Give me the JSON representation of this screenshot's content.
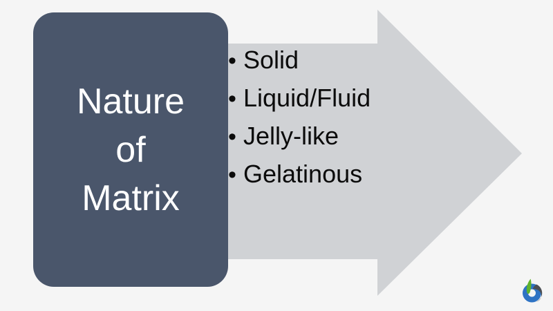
{
  "slide": {
    "background_color": "#f5f5f5",
    "concept": {
      "title": "Nature\nof\nMatrix",
      "box_color": "#4a566b",
      "text_color": "#ffffff"
    },
    "arrow": {
      "fill_color": "#d0d2d5",
      "direction": "right"
    },
    "bullets": [
      {
        "marker": "•",
        "label": "Solid"
      },
      {
        "marker": "•",
        "label": "Liquid/Fluid"
      },
      {
        "marker": "•",
        "label": "Jelly-like"
      },
      {
        "marker": "•",
        "label": "Gelatinous"
      }
    ],
    "logo": {
      "name": "b-leaf-logo",
      "green": "#5eb32c",
      "blue": "#2e73c4",
      "gray": "#4b4f54"
    }
  }
}
